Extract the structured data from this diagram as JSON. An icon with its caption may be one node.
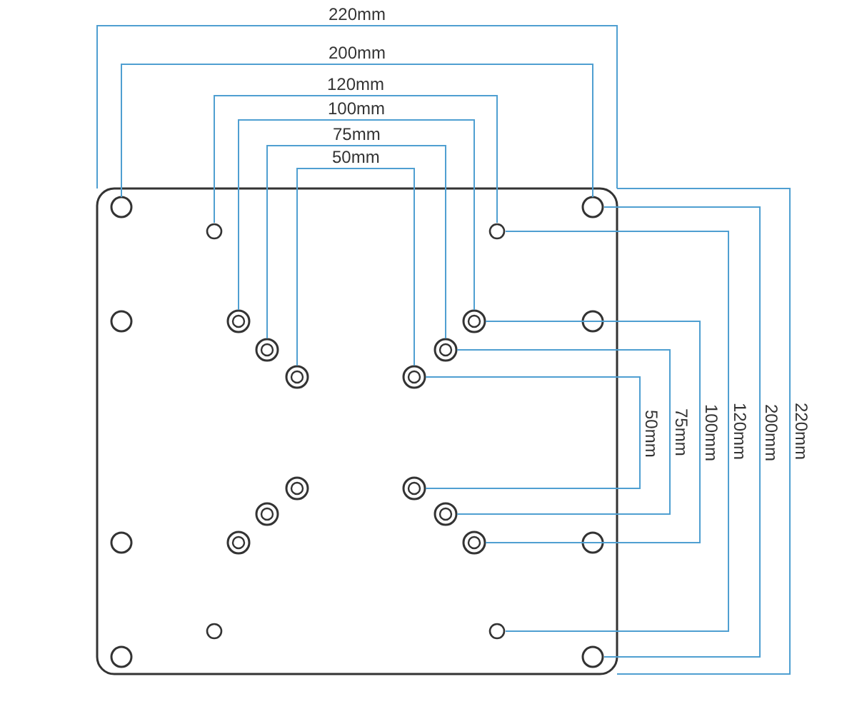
{
  "diagram": {
    "labels": [
      "220mm",
      "200mm",
      "120mm",
      "100mm",
      "75mm",
      "50mm",
      "50mm",
      "75mm",
      "100mm",
      "120mm",
      "200mm",
      "220mm"
    ]
  }
}
